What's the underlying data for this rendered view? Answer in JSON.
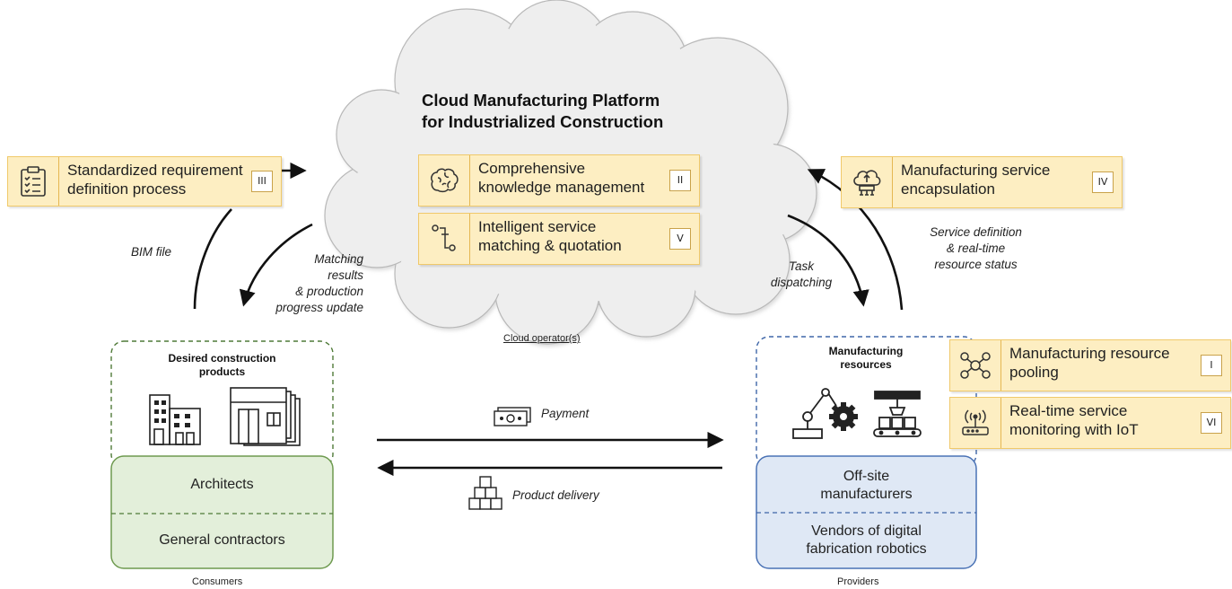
{
  "platform": {
    "title_line1": "Cloud Manufacturing Platform",
    "title_line2": "for Industrialized Construction",
    "operator_caption": "Cloud operator(s)"
  },
  "features": [
    {
      "label_line1": "Standardized requirement",
      "label_line2": "definition process",
      "roman": "III",
      "icon": "clipboard-checklist-icon"
    },
    {
      "label_line1": "Comprehensive",
      "label_line2": "knowledge management",
      "roman": "II",
      "icon": "brain-icon"
    },
    {
      "label_line1": "Intelligent service",
      "label_line2": "matching & quotation",
      "roman": "V",
      "icon": "matching-flow-icon"
    },
    {
      "label_line1": "Manufacturing service",
      "label_line2": "encapsulation",
      "roman": "IV",
      "icon": "cloud-upload-icon"
    },
    {
      "label_line1": "Manufacturing resource",
      "label_line2": "pooling",
      "roman": "I",
      "icon": "resource-network-icon"
    },
    {
      "label_line1": "Real-time service",
      "label_line2": "monitoring with IoT",
      "roman": "VI",
      "icon": "iot-router-icon"
    }
  ],
  "flows": {
    "bim": "BIM file",
    "matching_l1": "Matching",
    "matching_l2": "results",
    "matching_l3": "& production",
    "matching_l4": "progress update",
    "task_l1": "Task",
    "task_l2": "dispatching",
    "service_l1": "Service definition",
    "service_l2": "& real-time",
    "service_l3": "resource status",
    "payment": "Payment",
    "delivery": "Product delivery"
  },
  "consumers": {
    "panel_title_l1": "Desired construction",
    "panel_title_l2": "products",
    "architects": "Architects",
    "contractors": "General contractors",
    "caption": "Consumers"
  },
  "providers": {
    "panel_title_l1": "Manufacturing",
    "panel_title_l2": "resources",
    "offsite_l1": "Off-site",
    "offsite_l2": "manufacturers",
    "vendors_l1": "Vendors of digital",
    "vendors_l2": "fabrication robotics",
    "caption": "Providers"
  },
  "colors": {
    "feature_fill": "#fdeec2",
    "feature_border": "#f0c96a",
    "cloud_fill": "#eeeeee",
    "consumer_fill": "#e3efda",
    "consumer_border": "#6e9a4f",
    "provider_fill": "#dfe8f5",
    "provider_border": "#4a72b5"
  }
}
